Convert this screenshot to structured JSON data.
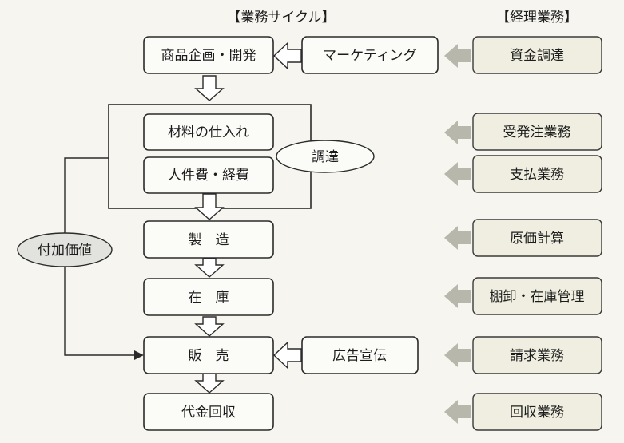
{
  "headers": {
    "cycle": "【業務サイクル】",
    "accounting": "【経理業務】"
  },
  "cycle_steps": {
    "planning": "商品企画・開発",
    "materials": "材料の仕入れ",
    "labor": "人件費・経費",
    "manufacturing": "製　造",
    "inventory": "在　庫",
    "sales": "販　売",
    "collection": "代金回収"
  },
  "side_inputs": {
    "marketing": "マーケティング",
    "procurement": "調達",
    "added_value": "付加価値",
    "advertising": "広告宣伝"
  },
  "accounting_tasks": [
    "資金調達",
    "受発注業務",
    "支払業務",
    "原価計算",
    "棚卸・在庫管理",
    "請求業務",
    "回収業務"
  ],
  "colors": {
    "right_box_fill": "#efeee0",
    "arrow_gray": "#b8b7ab",
    "ellipse_fill": "#e2e2de"
  }
}
